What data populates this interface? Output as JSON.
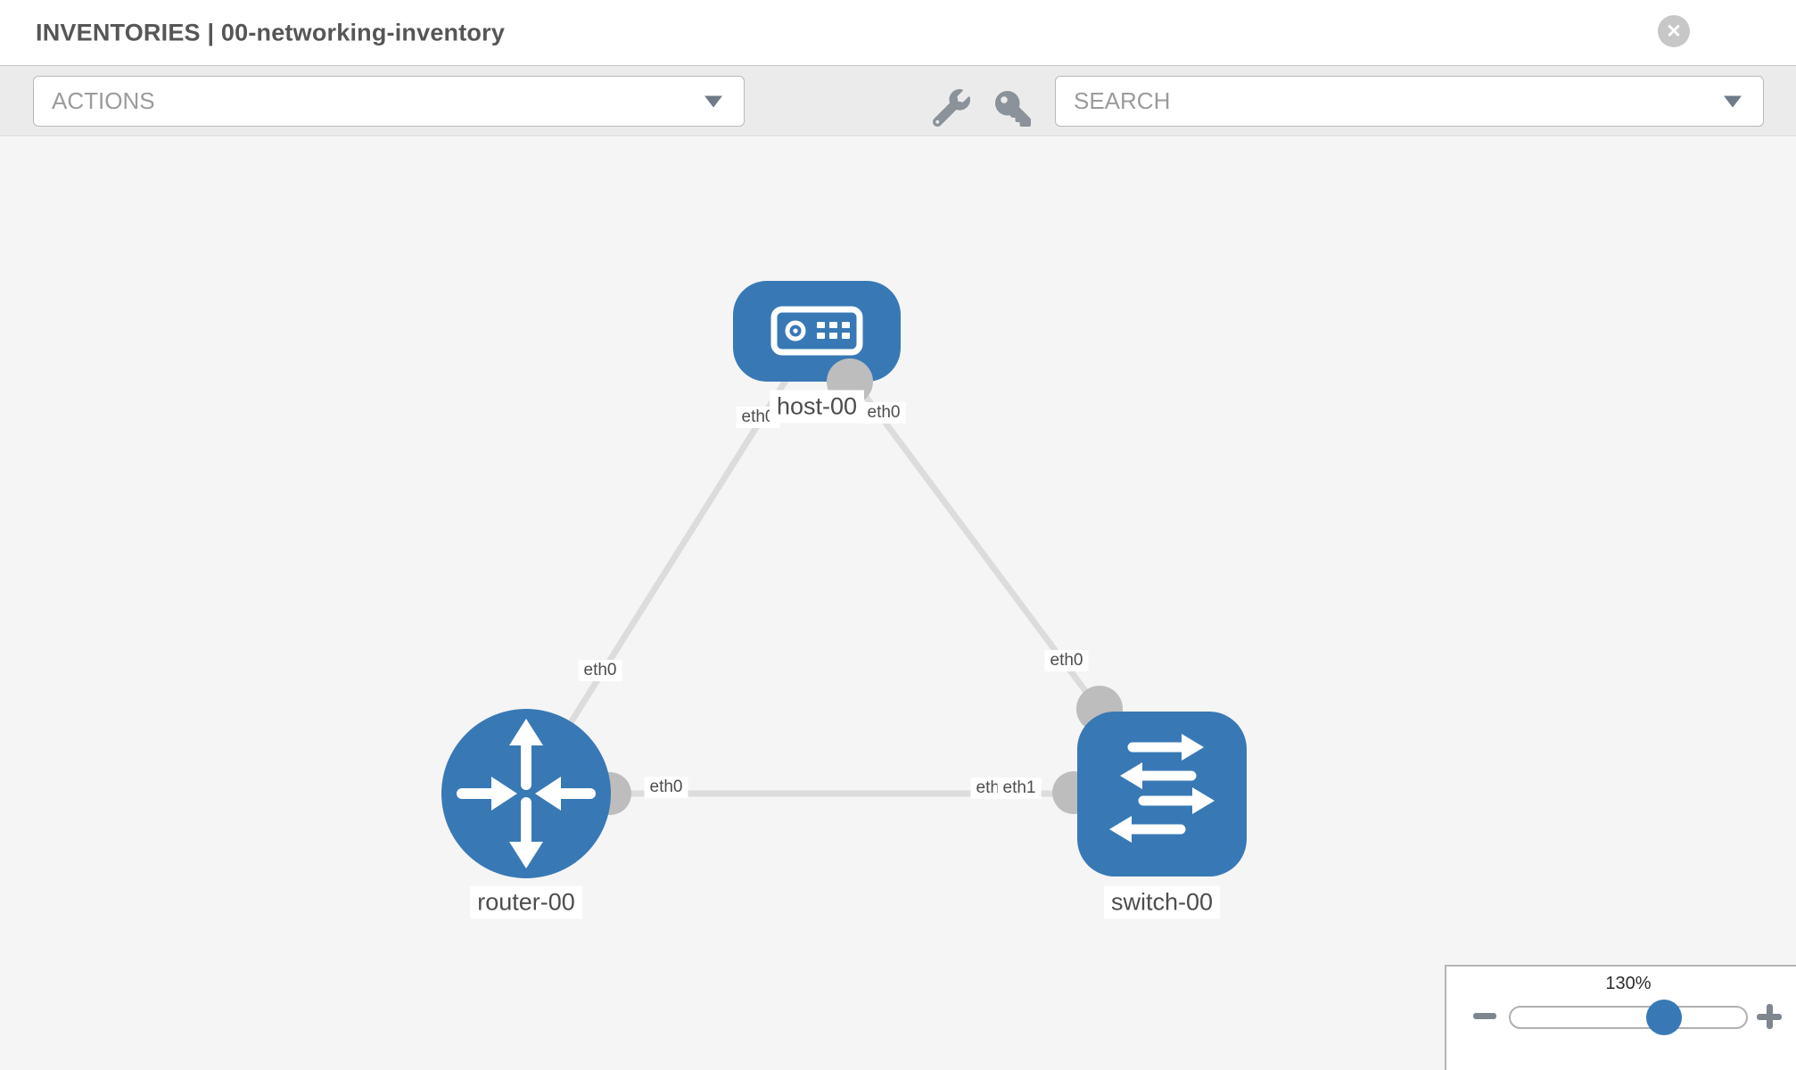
{
  "header": {
    "title": "INVENTORIES | 00-networking-inventory"
  },
  "toolbar": {
    "actions_dropdown": {
      "label": "ACTIONS"
    },
    "search_dropdown": {
      "placeholder": "SEARCH"
    },
    "icons": {
      "wrench": "wrench-icon",
      "key": "key-icon"
    }
  },
  "topology": {
    "nodes": [
      {
        "label": "host-00",
        "type": "host"
      },
      {
        "label": "router-00",
        "type": "router"
      },
      {
        "label": "switch-00",
        "type": "switch"
      }
    ],
    "links": [
      {
        "from": "host-00",
        "to": "router-00"
      },
      {
        "from": "host-00",
        "to": "switch-00"
      },
      {
        "from": "router-00",
        "to": "switch-00"
      }
    ],
    "interface_labels": [
      {
        "text": "eth0",
        "near": "host-00-left"
      },
      {
        "text": "eth0",
        "near": "host-00-right"
      },
      {
        "text": "eth0",
        "near": "host-router-link"
      },
      {
        "text": "eth0",
        "near": "host-switch-link"
      },
      {
        "text": "eth0",
        "near": "router-00-right"
      },
      {
        "text": "eth0",
        "near": "switch-00-left-under"
      },
      {
        "text": "eth1",
        "near": "switch-00-left"
      }
    ],
    "colors": {
      "node_fill": "#3879b5",
      "link": "#dcdcdc",
      "connector": "#bdbdbd"
    }
  },
  "zoom_control": {
    "level": "130%"
  }
}
